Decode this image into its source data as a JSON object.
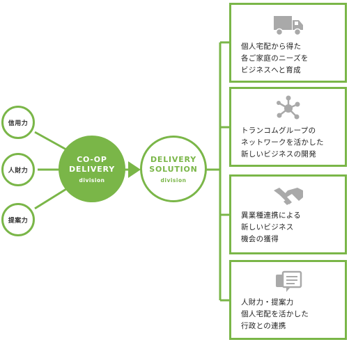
{
  "left_circles": [
    {
      "label": "信用力"
    },
    {
      "label": "人財力"
    },
    {
      "label": "提案力"
    }
  ],
  "coop": {
    "title": "CO-OP\nDELIVERY",
    "sub": "division"
  },
  "solution": {
    "title": "DELIVERY\nSOLUTION",
    "sub": "division"
  },
  "cards": [
    {
      "icon": "truck-icon",
      "text": "個人宅配から得た\n各ご家庭のニーズを\nビジネスへと育成"
    },
    {
      "icon": "network-icon",
      "text": "トランコムグループの\nネットワークを活かした\n新しいビジネスの開発"
    },
    {
      "icon": "handshake-icon",
      "text": "異業種連携による\n新しいビジネス\n機会の獲得"
    },
    {
      "icon": "chat-icon",
      "text": "人財力・提案力\n個人宅配を活かした\n行政との連携"
    }
  ],
  "colors": {
    "accent": "#7ab648",
    "icon": "#a9a9a9"
  }
}
